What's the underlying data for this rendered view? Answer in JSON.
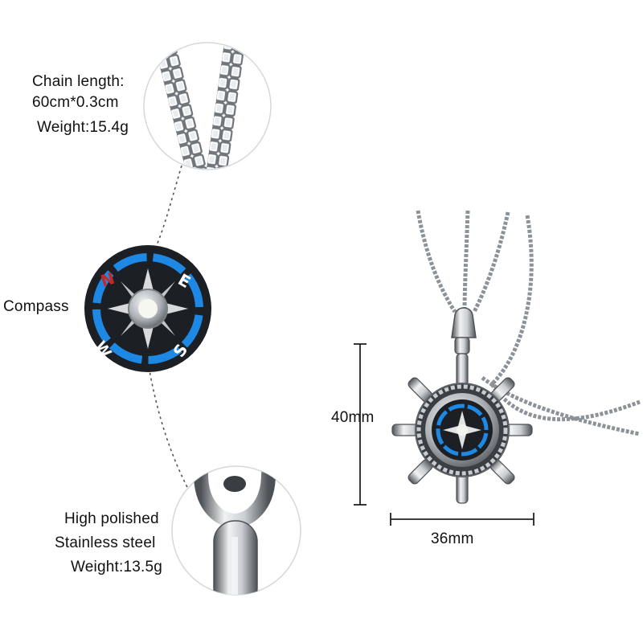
{
  "callouts": {
    "chain": {
      "line1": "Chain length:",
      "line2": "60cm*0.3cm",
      "line3": "Weight:15.4g"
    },
    "compass": {
      "label": "Compass",
      "north": "N",
      "east": "E",
      "south": "S",
      "west": "W"
    },
    "material": {
      "line1": "High polished",
      "line2": "Stainless steel",
      "line3": "Weight:13.5g"
    }
  },
  "dimensions": {
    "height": "40mm",
    "width": "36mm"
  },
  "colors": {
    "compass_blue": "#1e88e5",
    "compass_red": "#c62828",
    "steel": "#9ea3a8",
    "dark_face": "#1c1f24"
  },
  "icons": [
    "chain-icon",
    "compass-icon",
    "bail-icon",
    "ship-wheel-pendant-icon"
  ]
}
